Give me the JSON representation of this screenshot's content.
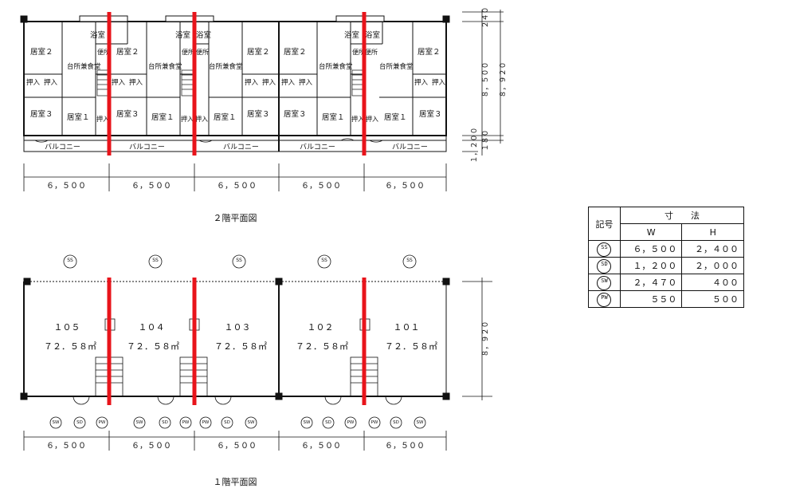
{
  "floor2": {
    "title": "２階平面図",
    "rooms": [
      "居室２",
      "台所兼食堂",
      "居室３",
      "居室１",
      "押入",
      "浴室",
      "便所",
      "バルコニー"
    ],
    "dims": [
      "６，５００",
      "６，５００",
      "６，５００",
      "６，５００",
      "６，５００"
    ],
    "right_dims": [
      "２４０",
      "８，５００",
      "８，９２０",
      "１，２００",
      "１８０"
    ]
  },
  "floor1": {
    "title": "１階平面図",
    "units": [
      {
        "no": "１０５",
        "area": "７２．５８㎡"
      },
      {
        "no": "１０４",
        "area": "７２．５８㎡"
      },
      {
        "no": "１０３",
        "area": "７２．５８㎡"
      },
      {
        "no": "１０２",
        "area": "７２．５８㎡"
      },
      {
        "no": "１０１",
        "area": "７２．５８㎡"
      }
    ],
    "dims": [
      "６，５００",
      "６，５００",
      "６，５００",
      "６，５００",
      "６，５００"
    ],
    "right_dim": "８，９２０",
    "symbols": [
      "SS",
      "SD",
      "SW",
      "PW"
    ]
  },
  "table": {
    "header_symbol": "記号",
    "header_size": "寸　　法",
    "col_w": "W",
    "col_h": "H",
    "rows": [
      {
        "sym": "SS",
        "w": "６，５００",
        "h": "２，４００"
      },
      {
        "sym": "SD",
        "w": "１，２００",
        "h": "２，０００"
      },
      {
        "sym": "SW",
        "w": "２，４７０",
        "h": "４００"
      },
      {
        "sym": "PW",
        "w": "５５０",
        "h": "５００"
      }
    ]
  },
  "colors": {
    "accent": "#e8141b",
    "line": "#111111"
  }
}
